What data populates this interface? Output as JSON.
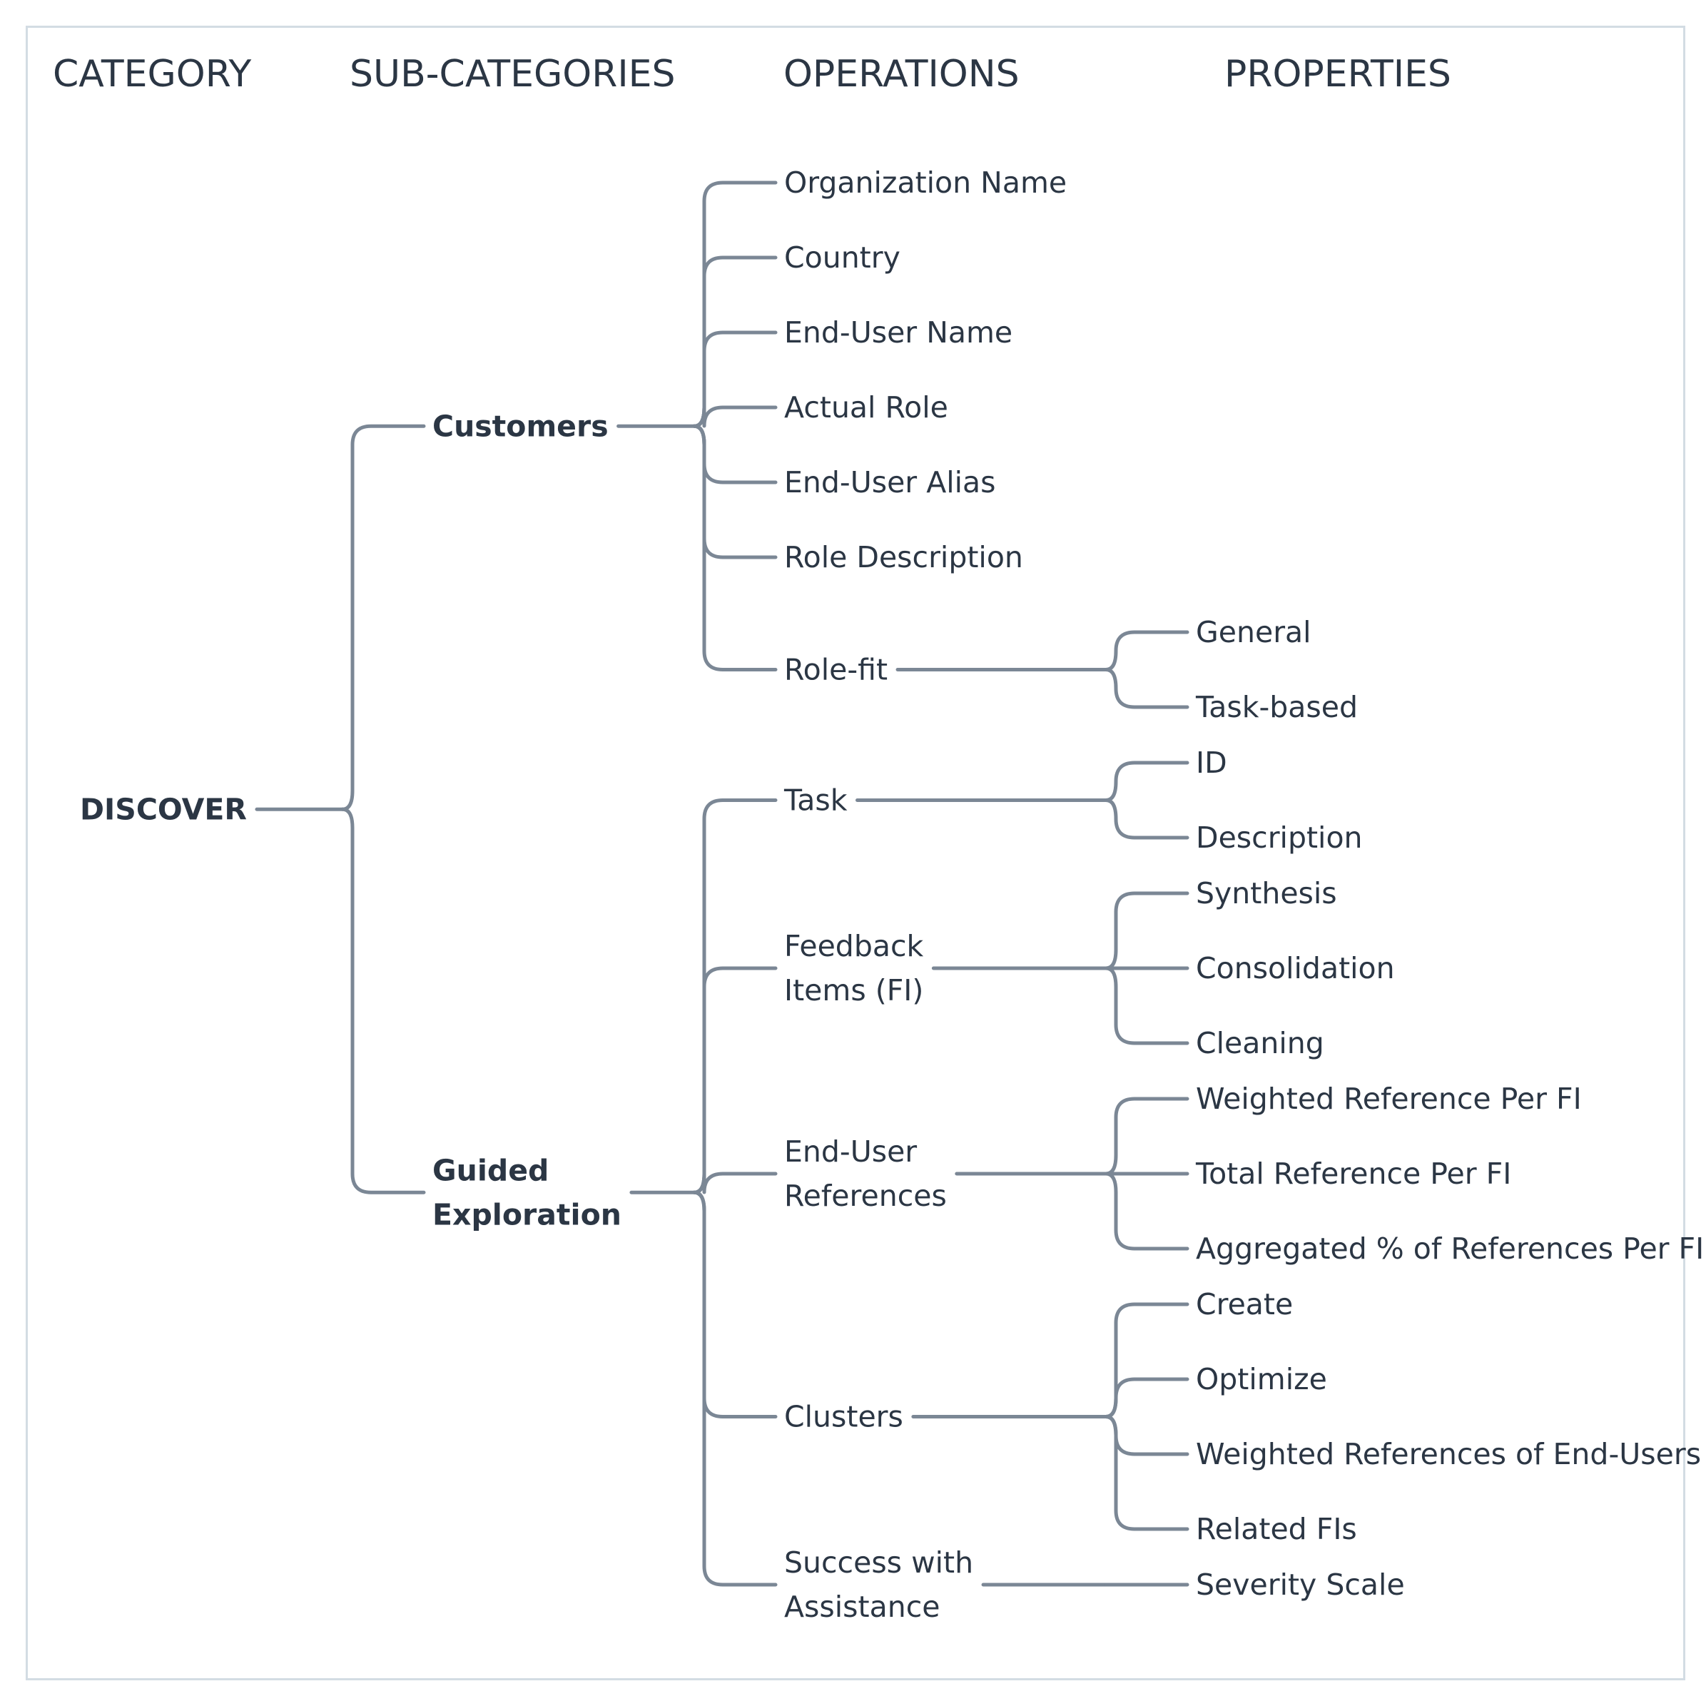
{
  "headers": {
    "category": "CATEGORY",
    "sub_categories": "SUB-CATEGORIES",
    "operations": "OPERATIONS",
    "properties": "PROPERTIES"
  },
  "tree": {
    "label": [
      "DISCOVER"
    ],
    "bold": true,
    "children": [
      {
        "label": [
          "Customers"
        ],
        "bold": true,
        "children": [
          {
            "label": [
              "Organization Name"
            ]
          },
          {
            "label": [
              "Country"
            ]
          },
          {
            "label": [
              "End-User Name"
            ]
          },
          {
            "label": [
              "Actual Role"
            ]
          },
          {
            "label": [
              "End-User Alias"
            ]
          },
          {
            "label": [
              "Role Description"
            ]
          },
          {
            "label": [
              "Role-fit"
            ],
            "children": [
              {
                "label": [
                  "General"
                ]
              },
              {
                "label": [
                  "Task-based"
                ]
              }
            ]
          }
        ]
      },
      {
        "label": [
          "Guided",
          "Exploration"
        ],
        "bold": true,
        "children": [
          {
            "label": [
              "Task"
            ],
            "children": [
              {
                "label": [
                  "ID"
                ]
              },
              {
                "label": [
                  "Description"
                ]
              }
            ]
          },
          {
            "label": [
              "Feedback",
              "Items (FI)"
            ],
            "children": [
              {
                "label": [
                  "Synthesis"
                ]
              },
              {
                "label": [
                  "Consolidation"
                ]
              },
              {
                "label": [
                  "Cleaning"
                ]
              }
            ]
          },
          {
            "label": [
              "End-User",
              "References"
            ],
            "children": [
              {
                "label": [
                  "Weighted Reference Per FI"
                ]
              },
              {
                "label": [
                  "Total Reference Per FI"
                ]
              },
              {
                "label": [
                  "Aggregated % of References Per FI"
                ]
              }
            ]
          },
          {
            "label": [
              "Clusters"
            ],
            "children": [
              {
                "label": [
                  "Create"
                ]
              },
              {
                "label": [
                  "Optimize"
                ]
              },
              {
                "label": [
                  "Weighted References of End-Users"
                ]
              },
              {
                "label": [
                  "Related FIs"
                ]
              }
            ]
          },
          {
            "label": [
              "Success with",
              "Assistance"
            ],
            "children": [
              {
                "label": [
                  "Severity Scale"
                ]
              }
            ]
          }
        ]
      }
    ]
  }
}
